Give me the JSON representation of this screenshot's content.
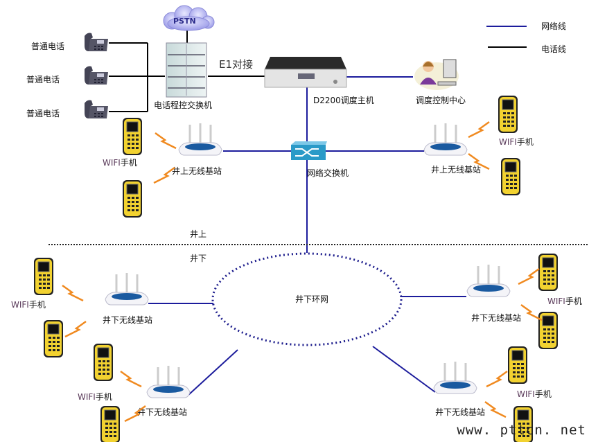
{
  "colors": {
    "network_line": "#1c1c9c",
    "phone_line": "#000000",
    "ring": "#1c1c8c",
    "signal": "#f08a20",
    "phone_body": "#f2d230"
  },
  "legend": {
    "network_line": "网络线",
    "phone_line": "电话线"
  },
  "labels": {
    "pstn": "PSTN",
    "pbx": "电话程控交换机",
    "e1": "E1对接",
    "dispatch_host": "D2200调度主机",
    "dispatch_center": "调度控制中心",
    "network_switch": "网络交换机",
    "above_ground": "井上",
    "below_ground": "井下",
    "ring_network": "井下环网",
    "watermark": "www. pttcn. net"
  },
  "phones": [
    {
      "label": "普通电话"
    },
    {
      "label": "普通电话"
    },
    {
      "label": "普通电话"
    }
  ],
  "base_stations": [
    {
      "id": "up-left",
      "label": "井上无线基站"
    },
    {
      "id": "up-right",
      "label": "井上无线基站"
    },
    {
      "id": "down-left",
      "label": "井下无线基站"
    },
    {
      "id": "down-right",
      "label": "井下无线基站"
    },
    {
      "id": "down-bottom-left",
      "label": "井下无线基站"
    },
    {
      "id": "down-bottom-right",
      "label": "井下无线基站"
    }
  ],
  "wifi_phone_label": {
    "prefix": "WIFI",
    "suffix": "手机"
  }
}
